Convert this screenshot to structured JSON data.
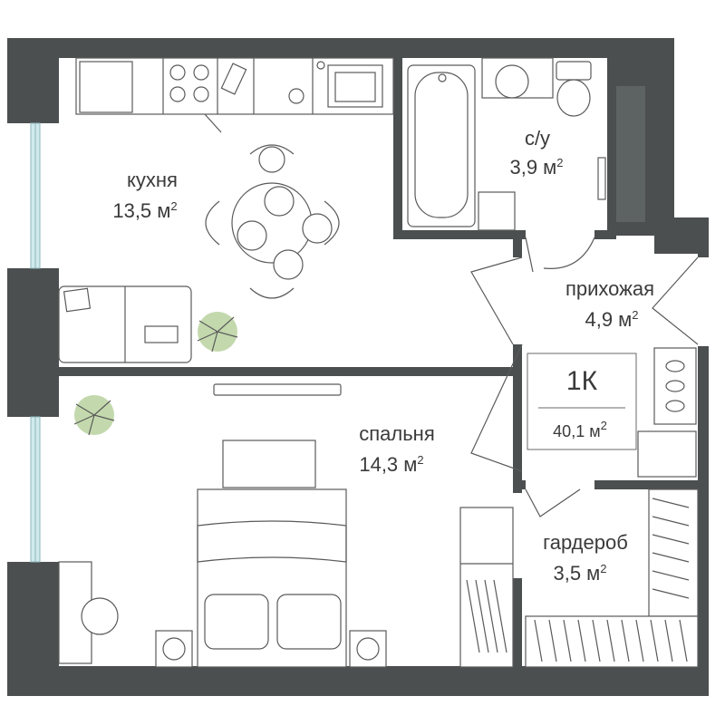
{
  "plan": {
    "rooms": [
      {
        "id": "kitchen",
        "name": "кухня",
        "area": "13,5 м",
        "unit_sup": "2"
      },
      {
        "id": "bathroom",
        "name": "с/у",
        "area": "3,9 м",
        "unit_sup": "2"
      },
      {
        "id": "hallway",
        "name": "прихожая",
        "area": "4,9 м",
        "unit_sup": "2"
      },
      {
        "id": "bedroom",
        "name": "спальня",
        "area": "14,3 м",
        "unit_sup": "2"
      },
      {
        "id": "wardrobe",
        "name": "гардероб",
        "area": "3,5 м",
        "unit_sup": "2"
      }
    ],
    "summary": {
      "type": "1К",
      "total_area": "40,1 м",
      "unit_sup": "2"
    },
    "colors": {
      "wall": "#4b4f4f",
      "window": "#cfe9ec",
      "plant": "#a9c98a",
      "line": "#5a5a5a"
    }
  }
}
